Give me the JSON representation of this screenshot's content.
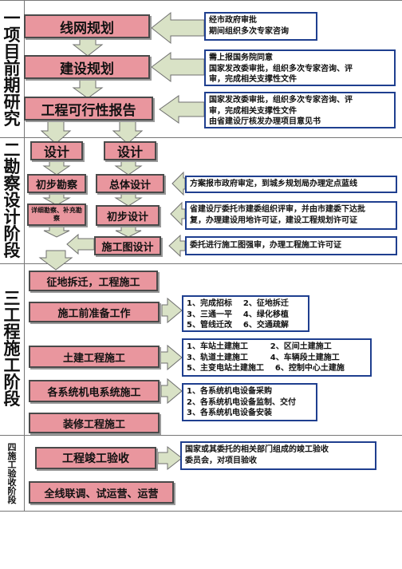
{
  "stages": [
    {
      "label": "一项目前期研究",
      "chars": [
        "一",
        "项",
        "目",
        "前",
        "期",
        "研",
        "究"
      ]
    },
    {
      "label": "二勘察设计阶段",
      "chars": [
        "二",
        "勘",
        "察",
        "设",
        "计",
        "阶",
        "段"
      ]
    },
    {
      "label": "三工程施工阶段",
      "chars": [
        "三",
        "工",
        "程",
        "施",
        "工",
        "阶",
        "段"
      ]
    },
    {
      "label": "四施工验收阶段",
      "chars": [
        "四",
        "施",
        "工",
        "验",
        "收",
        "阶",
        "段"
      ]
    }
  ],
  "boxes": {
    "network_planning": "线网规划",
    "construction_planning": "建设规划",
    "feasibility_report": "工程可行性报告",
    "design_left": "设计",
    "design_right": "设计",
    "preliminary_survey": "初步勘察",
    "overall_design": "总体设计",
    "detailed_survey": "详细勘察、补充勘察",
    "preliminary_design": "初步设计",
    "construction_drawing_design": "施工图设计",
    "land_demolition": "征地拆迁，工程施工",
    "construction_prep": "施工前准备工作",
    "civil_construction": "土建工程施工",
    "mep_construction": "各系统机电系统施工",
    "decoration_construction": "装修工程施工",
    "completion_acceptance": "工程竣工验收",
    "joint_testing": "全线联调、试运营、运营"
  },
  "notes": {
    "network_planning": [
      "经市政府审批",
      "期间组织多次专家咨询"
    ],
    "construction_planning": [
      "需上报国务院同意",
      "国家发改委审批，组织多次专家咨询、评",
      "审，完成相关支撑性文件"
    ],
    "feasibility_report": [
      "国家发改委审批，组织多次专家咨询、评",
      "审，完成相关支撑性文件",
      "由省建设厅核发办理项目意见书"
    ],
    "overall_design": [
      "方案报市政府审定，到城乡规划局办理定点蓝线"
    ],
    "preliminary_design": [
      "省建设厅委托市建委组织评审，并由市建委下达批",
      "复，办理建设用地许可证，建设工程规划许可证"
    ],
    "construction_drawing_design": [
      "委托进行施工图强审，办理工程施工许可证"
    ],
    "construction_prep": [
      "1、完成招标    2、征地拆迁",
      "3、三通一平    4、绿化移植",
      "5、管线迁改    6、交通疏解"
    ],
    "civil_construction": [
      "1、车站土建施工        2、区间土建施工",
      "3、轨道土建施工        4、车辆段土建施工",
      "5、主变电站土建施工    6、控制中心土建施"
    ],
    "mep_construction": [
      "1、各系统机电设备采购",
      "2、各系统机电设备监制、交付",
      "3、各系统机电设备安装"
    ],
    "completion_acceptance": [
      "国家或其委托的相关部门组成的竣工验收",
      "委员会，对项目验收"
    ]
  },
  "colors": {
    "process_fill": "#e9969e",
    "process_border": "#4a4a4a",
    "note_border": "#1f3f8f",
    "arrow_fill": "#d9e2c6",
    "arrow_stroke": "#6f6f6f"
  }
}
